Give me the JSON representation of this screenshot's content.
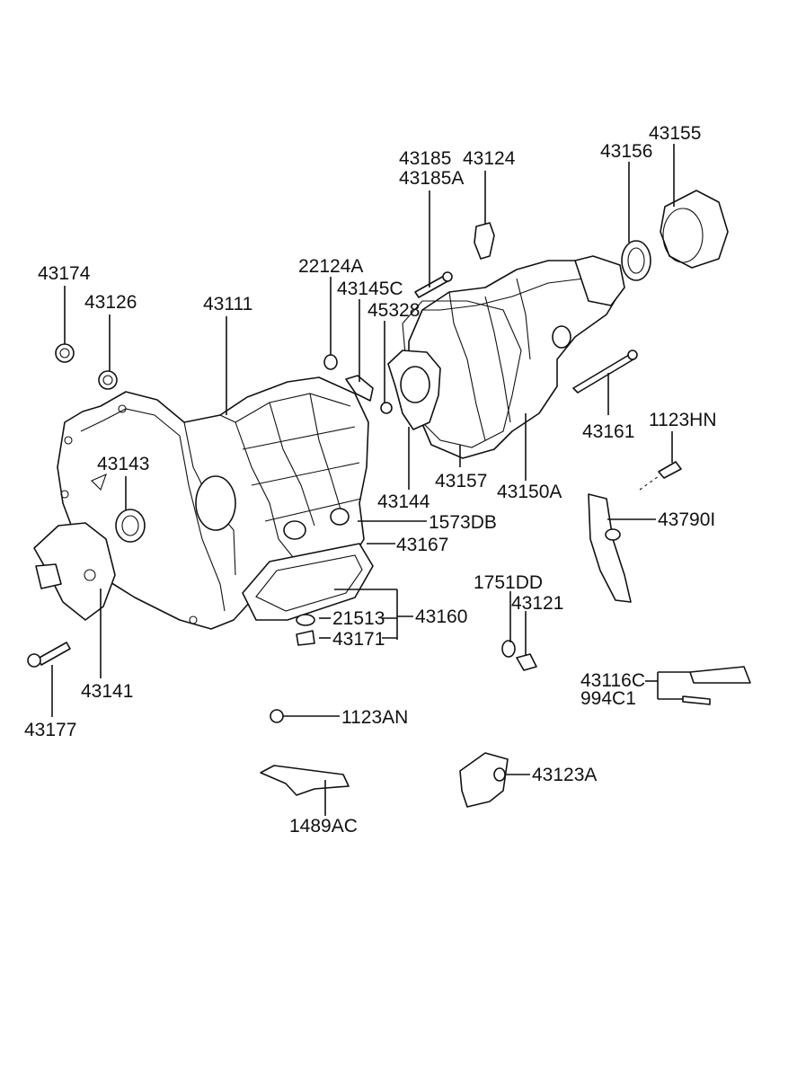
{
  "diagram": {
    "type": "exploded parts diagram",
    "parts": {
      "p43185": "43185",
      "p43185A": "43185A",
      "p43124": "43124",
      "p43156": "43156",
      "p43155": "43155",
      "p43174": "43174",
      "p43126": "43126",
      "p43111": "43111",
      "p22124A": "22124A",
      "p43145C": "43145C",
      "p45328": "45328",
      "p43161": "43161",
      "p1123HN": "1123HN",
      "p43143": "43143",
      "p43144": "43144",
      "p43157": "43157",
      "p43150A": "43150A",
      "p1573DB": "1573DB",
      "p43790I": "43790I",
      "p43167": "43167",
      "p1751DD": "1751DD",
      "p43121": "43121",
      "p21513": "21513",
      "p43160": "43160",
      "p43171": "43171",
      "p43116C": "43116C",
      "p994C1": "994C1",
      "p43141": "43141",
      "p43177": "43177",
      "p1123AN": "1123AN",
      "p43123A": "43123A",
      "p1489AC": "1489AC"
    }
  }
}
